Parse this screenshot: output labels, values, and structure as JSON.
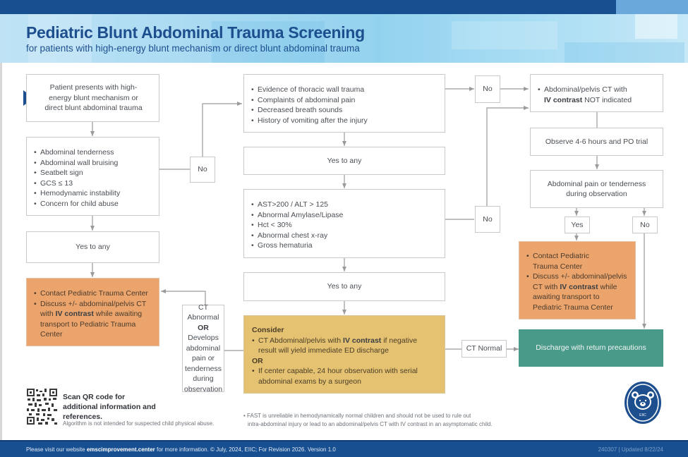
{
  "header": {
    "title": "Pediatric Blunt Abdominal Trauma Screening",
    "subtitle": "for patients with high-energy blunt mechanism or direct blunt abdominal trauma"
  },
  "colors": {
    "brand_blue": "#174f91",
    "title_blue": "#1d4f8f",
    "orange_box": "#eba56c",
    "gold_box": "#e5c272",
    "teal_box": "#4a9a8a",
    "connector_gray": "#9a9a9a"
  },
  "flow": {
    "start": "Patient presents with high-energy blunt mechanism or direct blunt abdominal trauma",
    "criteria_1": [
      "Abdominal tenderness",
      "Abdominal wall bruising",
      "Seatbelt sign",
      "GCS ≤ 13",
      "Hemodynamic instability",
      "Concern for child abuse"
    ],
    "yes_to_any_1": "Yes to any",
    "no_1": "No",
    "contact_left": {
      "item1": "Contact Pediatric Trauma Center",
      "item2_pre": "Discuss +/- abdominal/pelvis CT with ",
      "item2_bold": "IV contrast",
      "item2_post": " while awaiting transport to Pediatric Trauma Center"
    },
    "ct_abnormal": {
      "line1": "CT Abnormal",
      "or": "OR",
      "line2": "Develops abdominal pain or tenderness during observation"
    },
    "criteria_2": [
      "Evidence of thoracic wall trauma",
      "Complaints of abdominal pain",
      "Decreased breath sounds",
      "History of vomiting after the injury"
    ],
    "yes_to_any_2": "Yes to any",
    "no_2": "No",
    "criteria_3": [
      "AST>200 / ALT > 125",
      "Abnormal Amylase/Lipase",
      "Hct < 30%",
      "Abnormal chest x-ray",
      "Gross hematuria"
    ],
    "no_3": "No",
    "yes_to_any_3": "Yes to any",
    "consider": {
      "heading": "Consider",
      "item1_pre": "CT Abdominal/pelvis with ",
      "item1_bold": "IV contrast",
      "item1_post": " if negative result will yield immediate ED discharge",
      "or": "OR",
      "item2": "If center capable, 24 hour observation with serial abdominal exams by a surgeon"
    },
    "ct_normal": "CT Normal",
    "ct_not_indicated": {
      "pre": "Abdominal/pelvis CT with ",
      "bold": "IV contrast",
      "post": " NOT indicated"
    },
    "observe": "Observe 4-6 hours and PO trial",
    "abd_pain_obs": "Abdominal pain or tenderness during observation",
    "yes": "Yes",
    "no_4": "No",
    "contact_right": {
      "item1": "Contact Pediatric Trauma Center",
      "item2_pre": "Discuss +/- abdominal/pelvis CT with ",
      "item2_bold": "IV contrast",
      "item2_post": " while awaiting transport to Pediatric Trauma Center"
    },
    "discharge": "Discharge with return precautions"
  },
  "notes": {
    "qr_text": "Scan QR code for additional information and references.",
    "disclaimer": "Algorithm is not intended for suspected child physical abuse.",
    "fast_line1": "FAST is unreliable in hemodynamically normal children and should not be used to rule out",
    "fast_line2": "intra-abdominal injury or lead to an abdominal/pelvis CT with IV contrast in an asymptomatic child."
  },
  "logo": {
    "icon": "teddy-bear-logo",
    "label": "EIIC"
  },
  "footer": {
    "pre": "Please visit our website ",
    "link": "emscimprovement.center",
    "post": " for more information. © July, 2024, EIIC; For Revision 2026. Version 1.0",
    "right": "240307 | Updated 8/22/24"
  }
}
